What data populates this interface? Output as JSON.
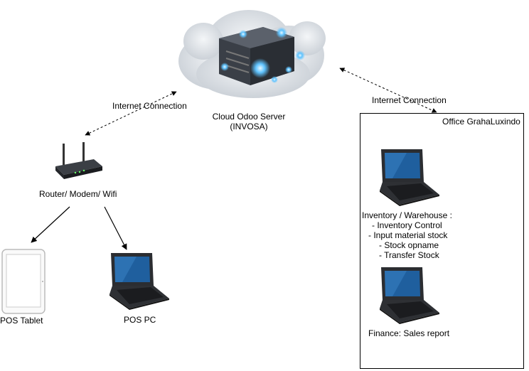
{
  "cloud": {
    "label_line1": "Cloud Odoo Server",
    "label_line2": "(INVOSA)",
    "icon": "cloud-server-icon"
  },
  "connections": {
    "left_label": "Internet Connection",
    "right_label": "Internet Connection"
  },
  "router": {
    "label": "Router/ Modem/ Wifi",
    "icon": "wifi-router-icon"
  },
  "devices": {
    "tablet_label": "POS Tablet",
    "pc_label": "POS PC"
  },
  "office": {
    "title": "Office GrahaLuxindo",
    "inventory": {
      "heading": "Inventory / Warehouse :",
      "items": [
        "- Inventory Control",
        "- Input material stock",
        "- Stock opname",
        "- Transfer Stock"
      ]
    },
    "finance_label": "Finance: Sales report"
  },
  "colors": {
    "cloud": "#d9dde2",
    "server": "#3a3f47",
    "glow": "#5fc3ff",
    "laptop_body": "#2b2d31",
    "screen": "#1f5f9e"
  }
}
